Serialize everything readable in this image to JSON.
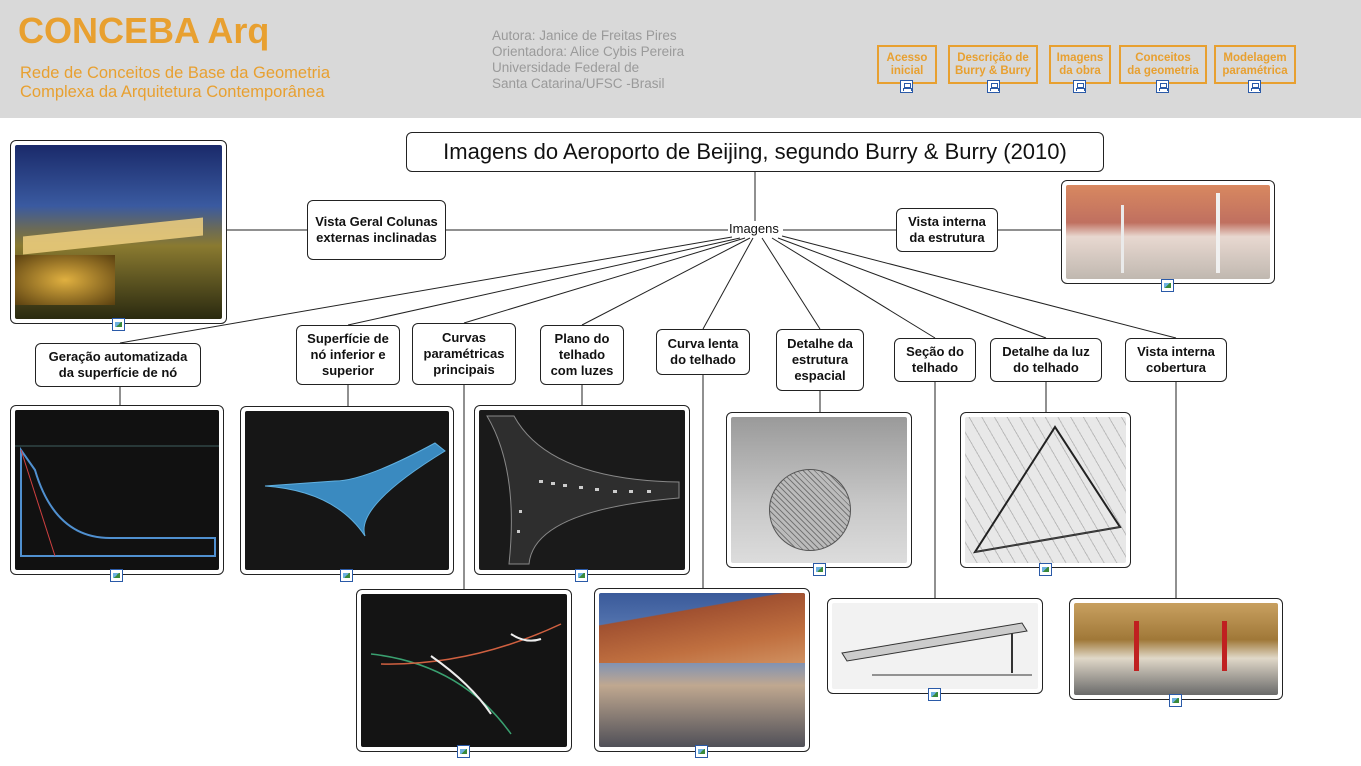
{
  "header": {
    "logo": "CONCEBA Arq",
    "subtitle_line1": "Rede de Conceitos de Base da Geometria",
    "subtitle_line2": "Complexa da Arquitetura Contemporânea",
    "credits": [
      "Autora: Janice de Freitas Pires",
      "Orientadora: Alice Cybis Pereira",
      "Universidade Federal de",
      "Santa Catarina/UFSC -Brasil"
    ],
    "nav": [
      {
        "line1": "Acesso",
        "line2": "inicial"
      },
      {
        "line1": "Descrição de",
        "line2": "Burry & Burry"
      },
      {
        "line1": "Imagens",
        "line2": "da obra"
      },
      {
        "line1": "Conceitos",
        "line2": "da geometria"
      },
      {
        "line1": "Modelagem",
        "line2": "paramétrica"
      }
    ],
    "nav_icon": "hierarchy-icon",
    "accent": "#e8a030"
  },
  "map": {
    "title": "Imagens do Aeroporto de Beijing, segundo Burry & Burry (2010)",
    "center": "Imagens",
    "image_icon": "image-icon",
    "nodes": [
      {
        "label": "Vista Geral Colunas externas inclinadas"
      },
      {
        "label": "Vista interna da estrutura"
      },
      {
        "label": "Geração automatizada da superfície de nó"
      },
      {
        "label": "Superfície de nó inferior e superior"
      },
      {
        "label": "Curvas paramétricas principais"
      },
      {
        "label": "Plano do telhado com luzes"
      },
      {
        "label": "Curva lenta do telhado"
      },
      {
        "label": "Detalhe da estrutura espacial"
      },
      {
        "label": "Seção do telhado"
      },
      {
        "label": "Detalhe da luz do telhado"
      },
      {
        "label": "Vista interna cobertura"
      }
    ]
  }
}
